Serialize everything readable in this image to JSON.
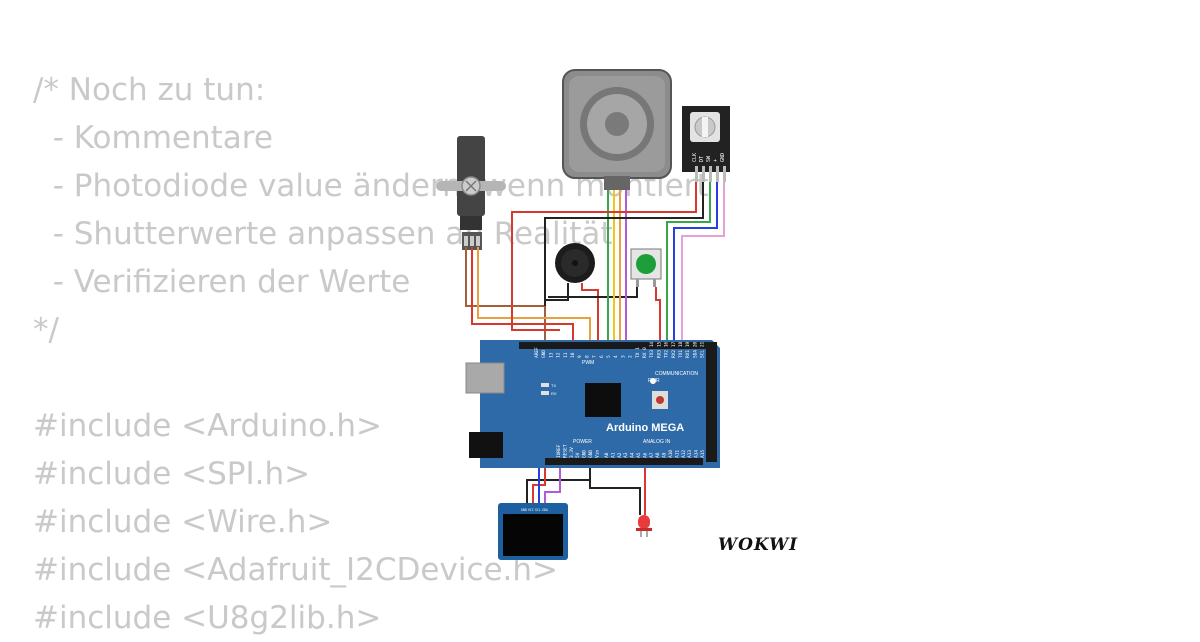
{
  "code_lines": [
    "/* Noch zu tun:",
    "  - Kommentare",
    "  - Photodiode value ändern, wenn montiert",
    "  - Shutterwerte anpassen an Realität",
    "  - Verifizieren der Werte",
    "*/",
    "",
    "#include <Arduino.h>",
    "#include <SPI.h>",
    "#include <Wire.h>",
    "#include <Adafruit_I2CDevice.h>",
    "#include <U8g2lib.h>"
  ],
  "board": {
    "name": "Arduino MEGA",
    "pwm_label": "PWM",
    "communication_label": "COMMUNICATION",
    "power_label": "POWER",
    "analog_label": "ANALOG IN",
    "pwr_led_label": "PWR",
    "tx_label": "TX",
    "rx_label": "RX",
    "digital_pins": [
      "AREF",
      "GND",
      "13",
      "12",
      "11",
      "10",
      "9",
      "8",
      "7",
      "6",
      "5",
      "4",
      "3",
      "2",
      "TX 1",
      "RX 0",
      "TX3 14",
      "RX3 15",
      "TX2 16",
      "RX2 17",
      "TX1 18",
      "RX1 19",
      "SDA 20",
      "SCL 21"
    ],
    "power_pins": [
      "IOREF",
      "RESET",
      "3.3V",
      "5V",
      "GND",
      "GND",
      "Vin"
    ],
    "analog_pins": [
      "A0",
      "A1",
      "A2",
      "A3",
      "A4",
      "A5",
      "A6",
      "A7",
      "A8",
      "A9",
      "A10",
      "A11",
      "A12",
      "A13",
      "A14",
      "A15"
    ]
  },
  "encoder_pins": [
    "CLK",
    "DT",
    "SW",
    "+",
    "GND"
  ],
  "oled_pins": [
    "GND",
    "VCC",
    "SCL",
    "SDA"
  ],
  "brand": "WOKWI",
  "colors": {
    "code_text": "#c9c9c9",
    "board": "#2f6aa8",
    "wire_red": "#d63a2e",
    "wire_orange": "#e8a040",
    "wire_yellow": "#f2c51a",
    "wire_green": "#37a84a",
    "wire_blue": "#2741e0",
    "wire_purple": "#b05cd8",
    "wire_pink": "#e8a0d8",
    "wire_brown": "#a0603a",
    "wire_black": "#222222"
  }
}
